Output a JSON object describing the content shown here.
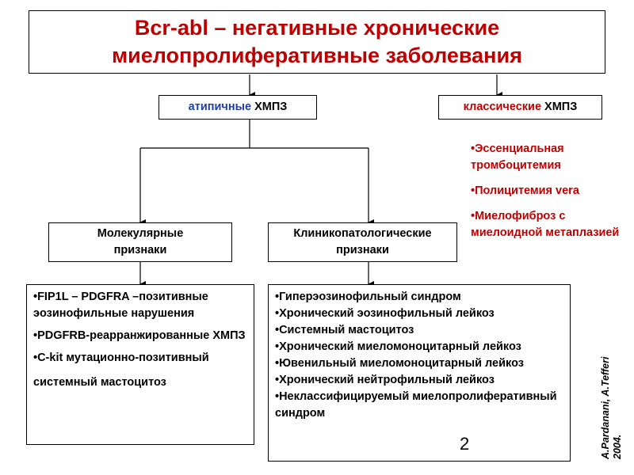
{
  "title": {
    "line1": "Bcr-abl – негативные хронические",
    "line2": "миелопролиферативные заболевания"
  },
  "atypical": {
    "colored": "атипичные",
    "rest": "ХМПЗ"
  },
  "classic": {
    "colored": "классические",
    "rest": "ХМПЗ",
    "items": [
      "•Эссенциальная тромбоцитемия",
      "•Полицитемия vera",
      "•Миелофиброз с миелоидной метаплазией"
    ]
  },
  "molecular": {
    "line1": "Молекулярные",
    "line2": "признаки",
    "items": [
      "•FIP1L – PDGFRA –позитивные эозинофильные нарушения",
      "•PDGFRB-реарранжированные ХМПЗ",
      "•C-kit мутационно-позитивный",
      "системный мастоцитоз"
    ]
  },
  "clinical": {
    "line1": "Клиникопатологические",
    "line2": "признаки",
    "items": [
      "•Гиперэозинофильный синдром",
      "•Хронический эозинофильный лейкоз",
      "•Системный мастоцитоз",
      "•Хронический миеломоноцитарный лейкоз",
      "•Ювенильный миеломоноцитарный лейкоз",
      "•Хронический нейтрофильный лейкоз",
      "•Неклассифицируемый миелопролиферативный синдром"
    ]
  },
  "page_number": "2",
  "citation": {
    "line1": "A.Pardanani, A.Tefferi",
    "line2": "2004."
  },
  "colors": {
    "accent_red": "#c00000",
    "accent_blue": "#1f3fa8",
    "line": "#000000"
  }
}
